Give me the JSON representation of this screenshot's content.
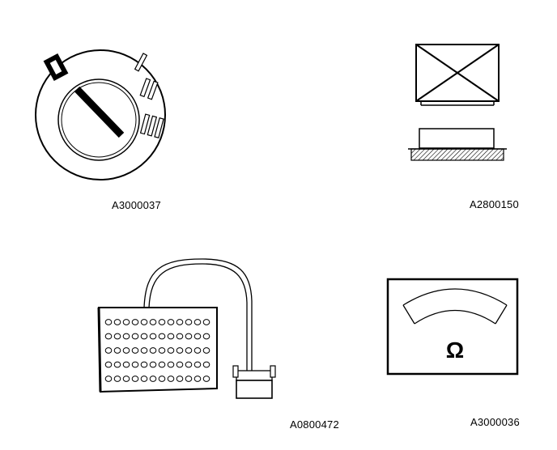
{
  "figures": [
    {
      "id": "ignition-switch",
      "caption": "A3000037",
      "switch_positions": [
        "0",
        "I",
        "II",
        "III"
      ]
    },
    {
      "id": "disconnect-connector",
      "caption": "A2800150"
    },
    {
      "id": "breakout-box",
      "caption": "A0800472"
    },
    {
      "id": "ohmmeter",
      "caption": "A3000036",
      "symbol": "Ω"
    }
  ]
}
